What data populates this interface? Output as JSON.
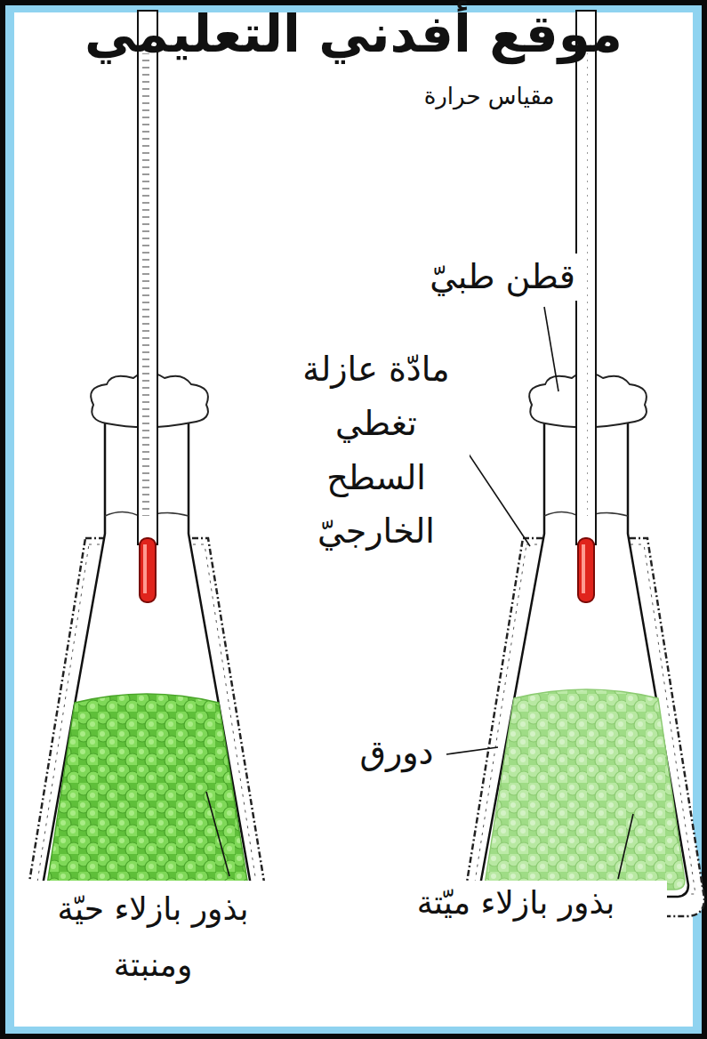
{
  "diagram": {
    "labels": [
      "موقع أفدني التعليمي",
      "مقياس حرارة",
      "قطن طبيّ",
      "مادّة عازلة تغطي السطح الخارجيّ",
      "دورق",
      "بذور بازلاء حيّة ومنبتة",
      "بذور بازلاء ميّتة"
    ]
  }
}
